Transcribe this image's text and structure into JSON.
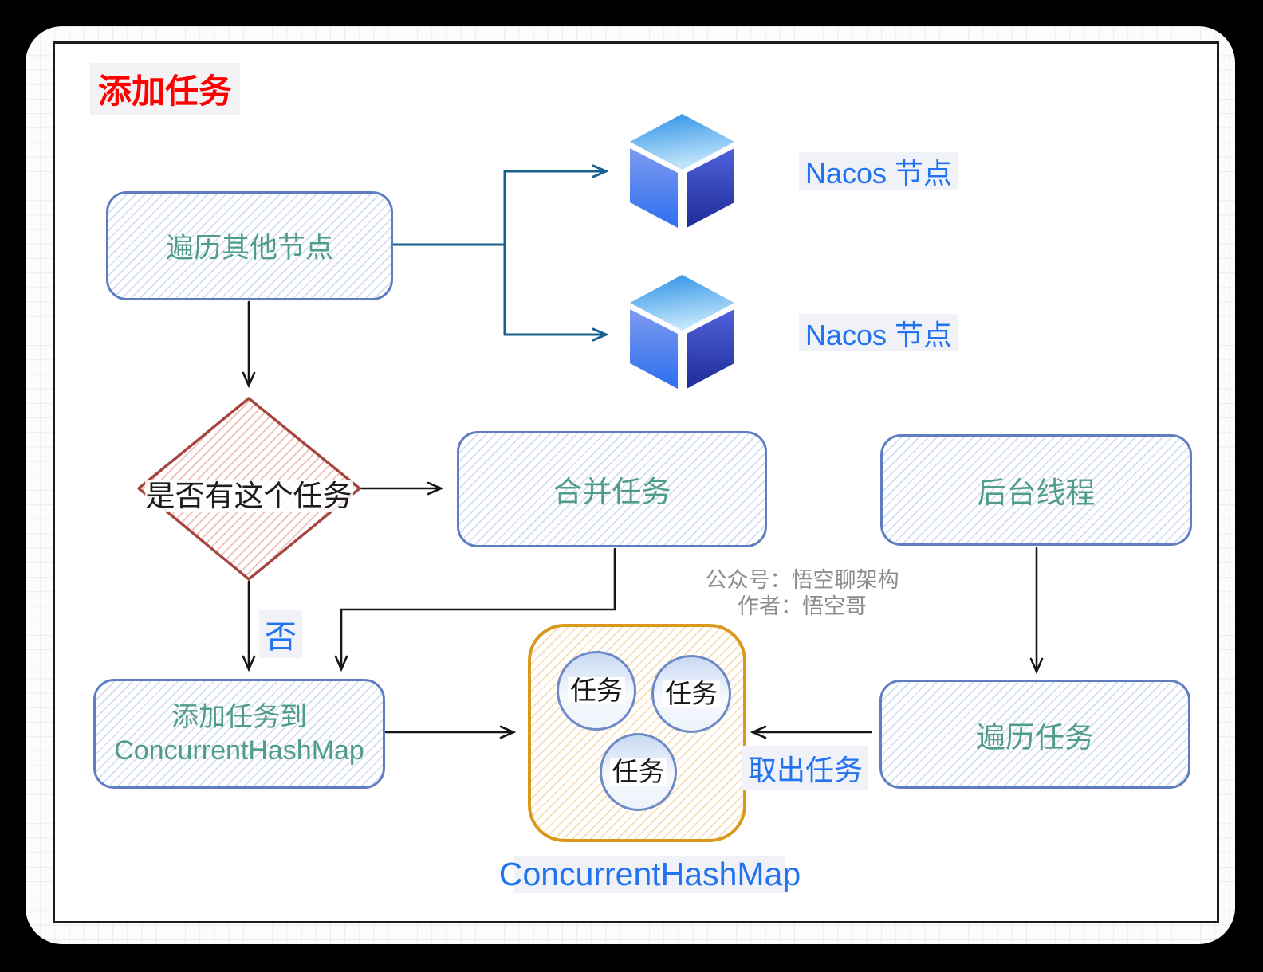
{
  "title": "添加任务",
  "nodes": {
    "traverse_other_nodes": "遍历其他节点",
    "has_task_decision": "是否有这个任务",
    "merge_task": "合并任务",
    "background_thread": "后台线程",
    "add_task_line1": "添加任务到",
    "add_task_line2": "ConcurrentHashMap",
    "traverse_tasks": "遍历任务",
    "task_1": "任务",
    "task_2": "任务",
    "task_3": "任务"
  },
  "labels": {
    "nacos_node_1": "Nacos 节点",
    "nacos_node_2": "Nacos 节点",
    "no_branch": "否",
    "take_out_task": "取出任务",
    "map_caption": "ConcurrentHashMap",
    "watermark_line1": "公众号：悟空聊架构",
    "watermark_line2": "作者：悟空哥"
  },
  "colors": {
    "title_red": "#ff0000",
    "node_text_teal": "#4f9d89",
    "node_border_blue": "#5e7ec2",
    "label_blue": "#2273f0",
    "decision_border_red": "#a4463d",
    "container_border_orange": "#d9991c",
    "arrow_teal": "#19618e",
    "arrow_black": "#161616",
    "watermark_gray": "#8c8c8c"
  }
}
